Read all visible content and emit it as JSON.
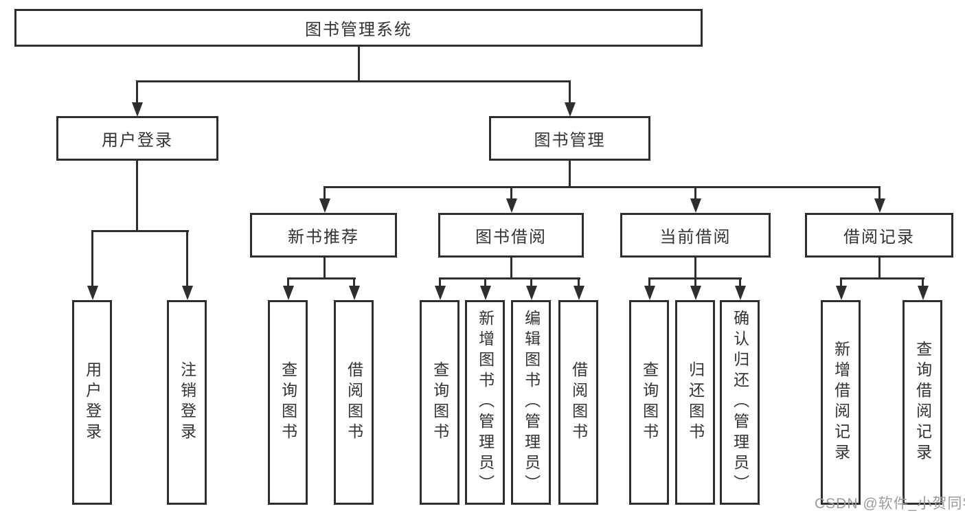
{
  "colors": {
    "line": "#2e2e2e",
    "text": "#333333",
    "watermark": "#9c9c9c",
    "background": "#ffffff"
  },
  "watermark": {
    "text": "CSDN @软件_小贺同学"
  },
  "tree": {
    "root": "图书管理系统",
    "branches": [
      {
        "label": "用户登录",
        "children": [
          "用户登录",
          "注销登录"
        ]
      },
      {
        "label": "图书管理",
        "groups": [
          {
            "label": "新书推荐",
            "children": [
              "查询图书",
              "借阅图书"
            ]
          },
          {
            "label": "图书借阅",
            "children": [
              "查询图书",
              "新增图书（管理员）",
              "编辑图书（管理员）",
              "借阅图书"
            ]
          },
          {
            "label": "当前借阅",
            "children": [
              "查询图书",
              "归还图书",
              "确认归还（管理员）"
            ]
          },
          {
            "label": "借阅记录",
            "children": [
              "新增借阅记录",
              "查询借阅记录"
            ]
          }
        ]
      }
    ]
  }
}
